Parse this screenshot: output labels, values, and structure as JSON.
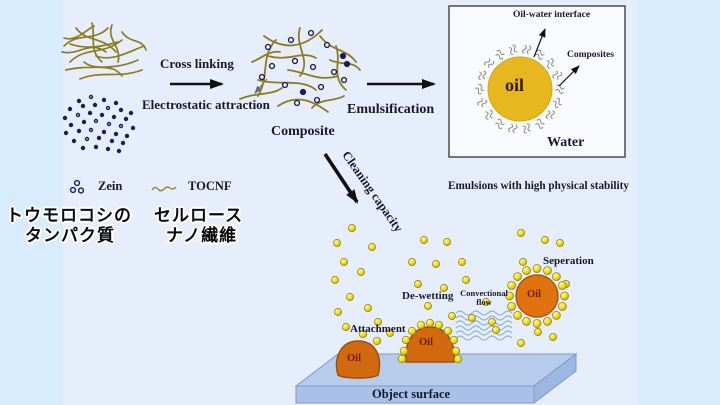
{
  "slide": {
    "background": "#d8ecfd",
    "figure_background": "#e7eefb"
  },
  "colors": {
    "fiber_olive": "#8d7b1f",
    "zein_navy": "#1b1b60",
    "arrow_black": "#111111",
    "oil_drop_yellow": "#e7b71f",
    "oil_blob_orange": "#d2690f",
    "bead_yellow": "#f0df1e",
    "surface_blue": "#b7cbeb",
    "text_dark": "#19192e",
    "oil_text_red": "#7a1500"
  },
  "process": {
    "cross_linking": "Cross linking",
    "electrostatic_attraction": "Electrostatic attraction",
    "composite": "Composite",
    "emulsification": "Emulsification",
    "cleaning_capacity": "Cleaning capacity"
  },
  "legend": {
    "zein": "Zein",
    "tocnf": "TOCNF"
  },
  "captions_japanese": {
    "zein_line1": "トウモロコシの",
    "zein_line2": "タンパク質",
    "tocnf_line1": "セルロース",
    "tocnf_line2": "ナノ繊維"
  },
  "emulsion_box": {
    "oil_water_interface": "Oil-water interface",
    "composites": "Composites",
    "oil_label": "oil",
    "water": "Water"
  },
  "emulsion_caption": "Emulsions with high physical stability",
  "cleaning": {
    "de_wetting": "De-wetting",
    "convectional_flow_line1": "Convectional",
    "convectional_flow_line2": "flow",
    "attachment": "Attachment",
    "seperation": "Seperation",
    "oil_label": "Oil",
    "object_surface": "Object surface"
  }
}
